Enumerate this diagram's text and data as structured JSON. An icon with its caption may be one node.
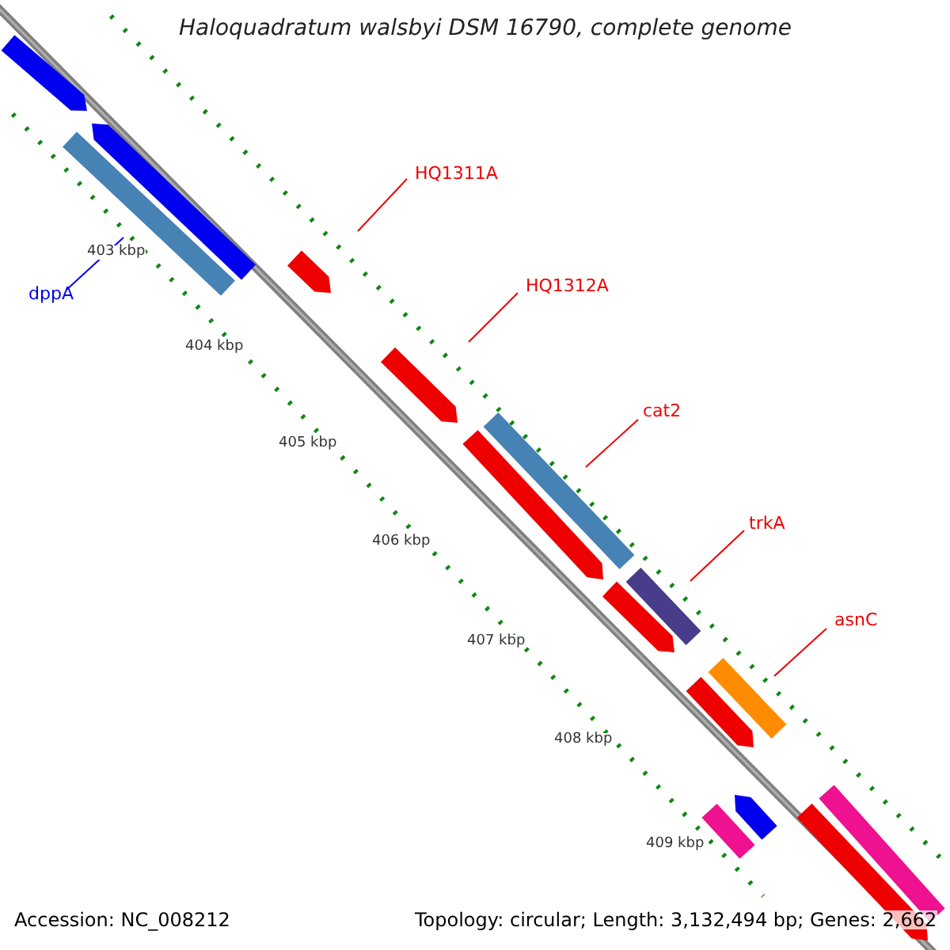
{
  "diagram": {
    "title": "Haloquadratum walsbyi DSM 16790, complete genome",
    "nodes": [
      {
        "text": [
          "HQ1311A"
        ]
      },
      {
        "text": [
          "HQ1312A"
        ]
      },
      {
        "text": [
          "cat2"
        ]
      },
      {
        "text": [
          "trkA"
        ]
      },
      {
        "text": [
          "asnC"
        ]
      },
      {
        "text": [
          "dppA"
        ]
      },
      {
        "text": [],
        "shape": "bar"
      },
      {
        "text": [],
        "shape": "bar"
      },
      {
        "text": [],
        "shape": "bar"
      },
      {
        "text": [],
        "shape": "bar"
      },
      {
        "text": [],
        "shape": "bar"
      },
      {
        "text": [],
        "shape": "bar"
      },
      {
        "text": [],
        "shape": "bar"
      },
      {
        "text": [],
        "shape": "bar"
      },
      {
        "text": [],
        "shape": "bar"
      },
      {
        "text": [],
        "shape": "bar"
      },
      {
        "text": [],
        "shape": "bar"
      },
      {
        "text": [],
        "shape": "bar"
      },
      {
        "text": [],
        "shape": "bar"
      },
      {
        "text": [],
        "shape": "bar"
      },
      {
        "text": [],
        "shape": "bar"
      }
    ],
    "edges": [
      {
        "from": 0,
        "to": 6,
        "arrow": "none"
      },
      {
        "from": 1,
        "to": 7,
        "arrow": "none"
      },
      {
        "from": 2,
        "to": 8,
        "arrow": "none"
      },
      {
        "from": 3,
        "to": 9,
        "arrow": "none"
      },
      {
        "from": 4,
        "to": 10,
        "arrow": "none"
      },
      {
        "from": 5,
        "to": 11,
        "arrow": "none",
        "color": "#0000ff"
      }
    ],
    "labels": [
      "403 kbp",
      "404 kbp",
      "405 kbp",
      "406 kbp",
      "407 kbp",
      "408 kbp",
      "409 kbp",
      "Accession: NC_008212",
      "Topology: circular; Length: 3,132,494 bp; Genes: 2,662"
    ]
  }
}
